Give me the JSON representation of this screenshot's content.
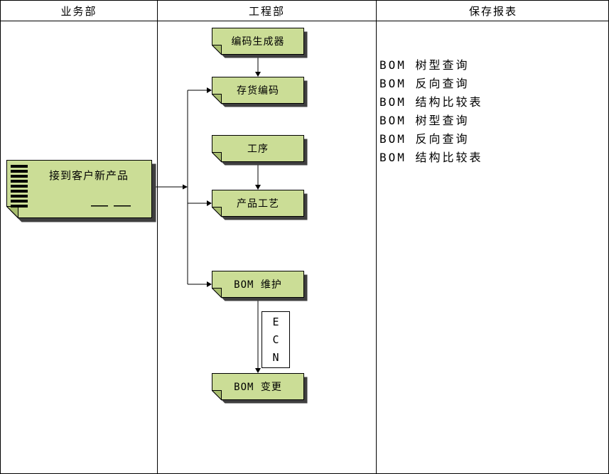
{
  "header": {
    "columns": [
      "业务部",
      "工程部",
      "保存报表"
    ]
  },
  "business": {
    "document_label": "接到客户新产品"
  },
  "engineering": {
    "nodes": [
      {
        "label": "编码生成器"
      },
      {
        "label": "存货编码"
      },
      {
        "label": "工序"
      },
      {
        "label": "产品工艺"
      },
      {
        "label": "BOM 维护"
      },
      {
        "label": "BOM 变更"
      }
    ],
    "ecn": {
      "letters": [
        "E",
        "C",
        "N"
      ]
    }
  },
  "reports": {
    "items": [
      "BOM 树型查询",
      "BOM 反向查询",
      "BOM 结构比较表",
      "BOM 树型查询",
      "BOM 反向查询",
      "BOM 结构比较表"
    ]
  },
  "colors": {
    "node_fill": "#cbdd96",
    "node_fold": "#a9bf6f",
    "node_border": "#000000",
    "shadow": "#3f3f3f",
    "background": "#ffffff"
  }
}
